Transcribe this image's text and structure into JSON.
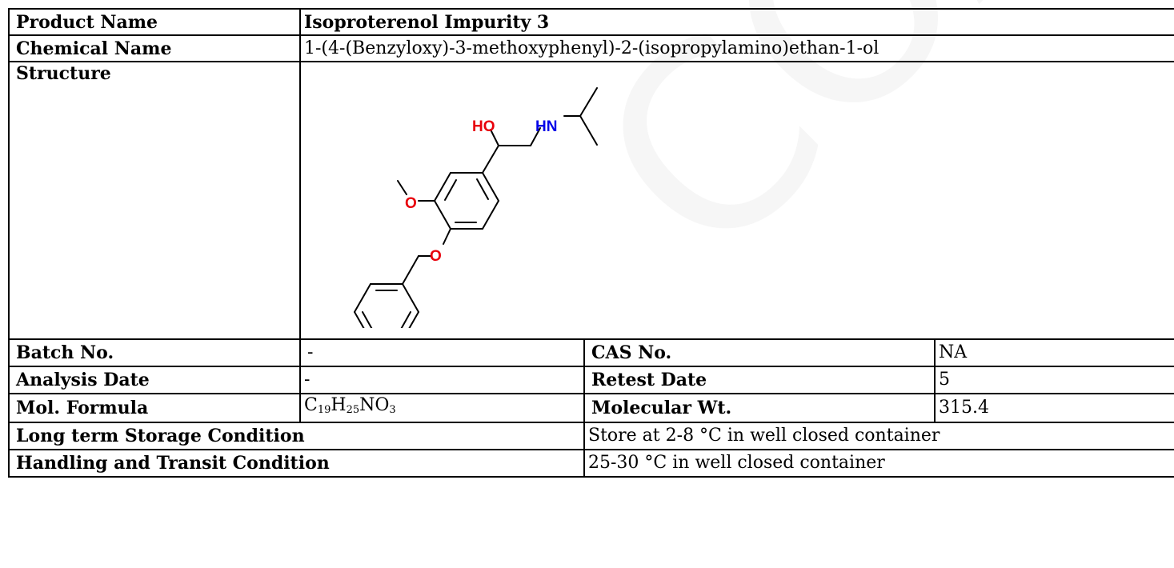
{
  "product": {
    "name_label": "Product Name",
    "name_value": "Isoproterenol Impurity 3"
  },
  "chemical": {
    "label": "Chemical Name",
    "value": "1-(4-(Benzyloxy)-3-methoxyphenyl)-2-(isopropylamino)ethan-1-ol"
  },
  "structure": {
    "label": "Structure",
    "atoms": {
      "ho": "HO",
      "hn": "HN",
      "o_methoxy": "O",
      "o_benzyl": "O"
    },
    "colors": {
      "oxygen": "#e8000b",
      "nitrogen": "#0000e8",
      "bond": "#000000"
    }
  },
  "batch": {
    "label": "Batch No.",
    "value": "-",
    "cas_label": "CAS No.",
    "cas_value": "NA"
  },
  "analysis": {
    "label": "Analysis Date",
    "value": "-",
    "retest_label": "Retest Date",
    "retest_value": "5"
  },
  "formula": {
    "label": "Mol. Formula",
    "c": "C",
    "c_count": "19",
    "h": "H",
    "h_count": "25",
    "n": "N",
    "o": "O",
    "o_count": "3",
    "mw_label": "Molecular Wt.",
    "mw_value": "315.4"
  },
  "storage": {
    "label": "Long term Storage Condition",
    "value": "Store at 2-8 °C in well closed container"
  },
  "handling": {
    "label": "Handling and Transit Condition",
    "value": "25-30 °C in well closed container"
  },
  "watermark": {
    "text": "COA"
  }
}
